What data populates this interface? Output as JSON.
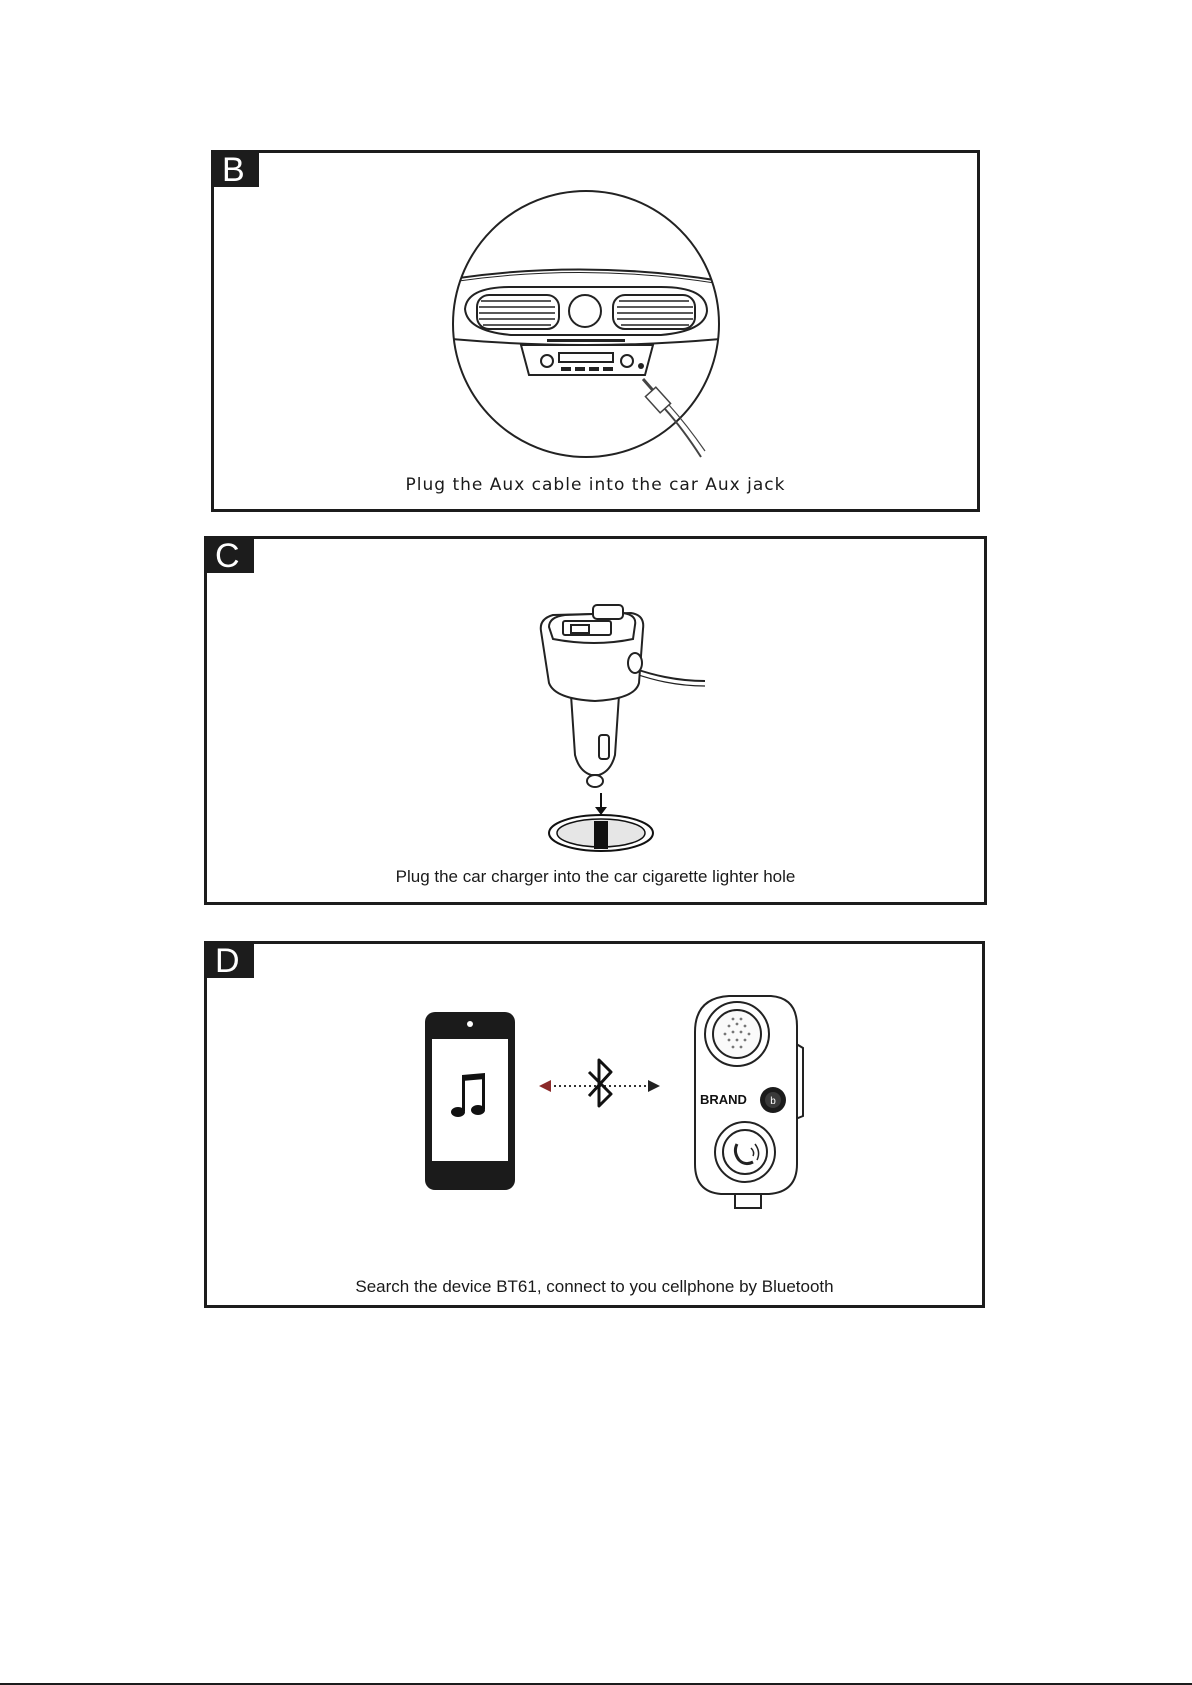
{
  "panels": [
    {
      "tag": "B",
      "caption": "Plug the Aux cable into the car Aux jack"
    },
    {
      "tag": "C",
      "caption": "Plug the car charger into the car cigarette lighter hole"
    },
    {
      "tag": "D",
      "caption": "Search the device BT61, connect to you cellphone by Bluetooth"
    }
  ],
  "device": {
    "brand_label": "BRAND",
    "button_letter": "b"
  },
  "icons": [
    "car-dashboard-icon",
    "aux-cable-icon",
    "car-charger-icon",
    "cigarette-lighter-icon",
    "smartphone-icon",
    "music-note-icon",
    "bluetooth-icon",
    "bluetooth-receiver-icon",
    "phone-call-icon"
  ]
}
